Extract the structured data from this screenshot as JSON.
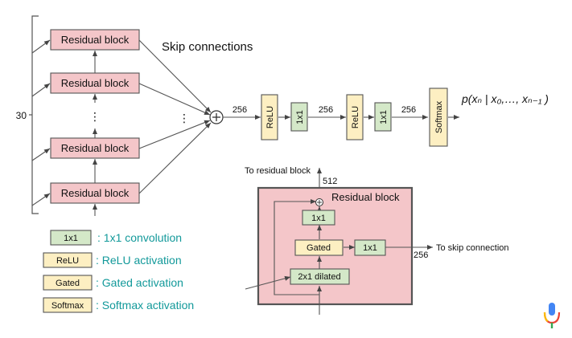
{
  "repeat_count": "30",
  "residual_block_label": "Residual block",
  "skip_connections_label": "Skip connections",
  "ellipsis": "⋮",
  "plus_symbol": "+",
  "top_pipeline": {
    "in_width": "256",
    "relu": "ReLU",
    "conv": "1x1",
    "mid_width": "256",
    "out_width": "256",
    "softmax": "Softmax",
    "output_expression": "p(xₙ | x₀,…, xₙ₋₁ )"
  },
  "detail": {
    "to_residual": "To residual block",
    "width_512": "512",
    "title": "Residual block",
    "conv_top": "1x1",
    "gated": "Gated",
    "conv_skip": "1x1",
    "width_256": "256",
    "to_skip": "To skip connection",
    "dilated": "2x1 dilated"
  },
  "legend": [
    {
      "box": "1x1",
      "text": ": 1x1 convolution",
      "color": "#d4e8c8"
    },
    {
      "box": "ReLU",
      "text": ": ReLU activation",
      "color": "#fdefc2"
    },
    {
      "box": "Gated",
      "text": ": Gated activation",
      "color": "#fdefc2"
    },
    {
      "box": "Softmax",
      "text": ": Softmax activation",
      "color": "#fdefc2"
    }
  ],
  "colors": {
    "residual_fill": "#f4c6c9",
    "conv_fill": "#d4e8c8",
    "activation_fill": "#fdefc2",
    "legend_text": "#12999a",
    "stroke": "#555555"
  },
  "mic_icon": "microphone-icon"
}
